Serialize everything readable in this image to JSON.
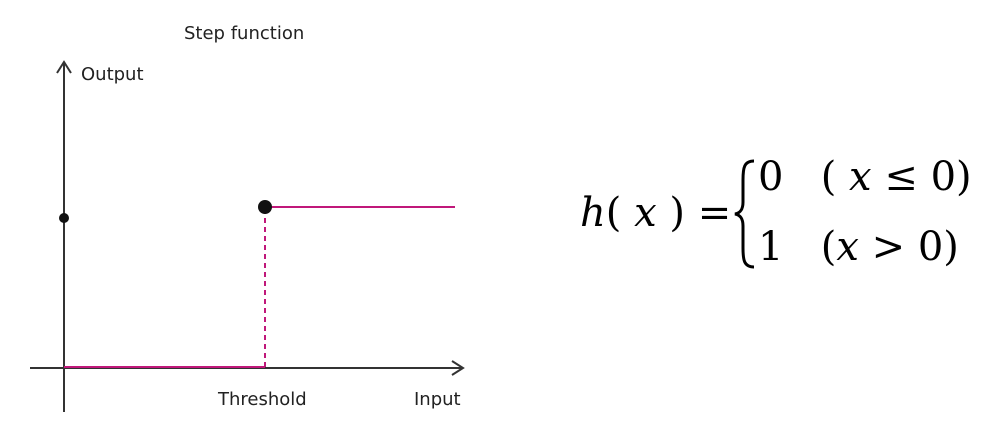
{
  "diagram": {
    "title": "Step function",
    "y_axis_label": "Output",
    "x_axis_label": "Input",
    "threshold_label": "Threshold",
    "curve_color": "#c0187a",
    "axis_color": "#333333"
  },
  "formula": {
    "lhs_func": "h",
    "lhs_open": "(",
    "lhs_var": "x",
    "lhs_close": ")",
    "equals": "=",
    "brace": "{",
    "cases": [
      {
        "value": "0",
        "cond_open": "(",
        "cond_var": "x",
        "cond_op": "≤",
        "cond_rhs": "0",
        "cond_close": ")"
      },
      {
        "value": "1",
        "cond_open": "(",
        "cond_var": "x",
        "cond_op": ">",
        "cond_rhs": "0",
        "cond_close": ")"
      }
    ]
  }
}
